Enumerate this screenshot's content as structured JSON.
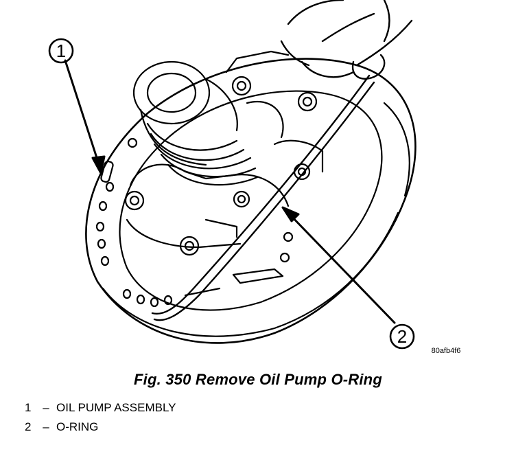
{
  "figure": {
    "callouts": [
      {
        "number": "1"
      },
      {
        "number": "2"
      }
    ],
    "image_code": "80afb4f6"
  },
  "caption": "Fig. 350 Remove Oil Pump O-Ring",
  "legend": [
    {
      "number": "1",
      "dash": "–",
      "label": "OIL PUMP ASSEMBLY"
    },
    {
      "number": "2",
      "dash": "–",
      "label": "O-RING"
    }
  ]
}
